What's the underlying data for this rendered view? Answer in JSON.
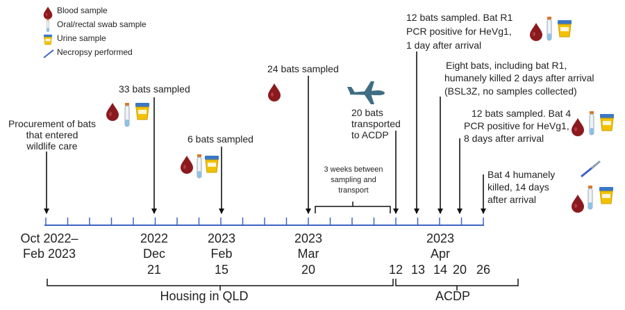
{
  "legend": [
    {
      "icon": "blood-drop-icon",
      "label": "Blood sample"
    },
    {
      "icon": "swab-tube-icon",
      "label": "Oral/rectal swab sample"
    },
    {
      "icon": "urine-cup-icon",
      "label": "Urine sample"
    },
    {
      "icon": "scalpel-icon",
      "label": "Necropsy performed"
    }
  ],
  "events": {
    "procurement": [
      "Procurement of bats",
      "that entered",
      "wildlife care"
    ],
    "dec21": [
      "33 bats sampled"
    ],
    "feb15": [
      "6 bats sampled"
    ],
    "mar20": [
      "24 bats sampled"
    ],
    "transport": [
      "20 bats",
      "transported",
      "to ACDP"
    ],
    "gap": [
      "3 weeks between",
      "sampling and",
      "transport"
    ],
    "apr13": [
      "12 bats sampled. Bat R1",
      "PCR positive for HeVg1,",
      "1 day after arrival"
    ],
    "apr14": [
      "Eight bats, including bat R1,",
      "humanely killed 2 days after arrival",
      "(BSL3Z, no samples collected)"
    ],
    "apr20": [
      "12 bats sampled. Bat 4",
      "PCR positive for HeVg1,",
      "8 days after arrival"
    ],
    "apr26": [
      "Bat 4 humanely",
      "killed, 14 days",
      "after arrival"
    ]
  },
  "axis": {
    "d1": [
      "Oct 2022–",
      "Feb 2023"
    ],
    "d2": [
      "2022",
      "Dec",
      "21"
    ],
    "d3": [
      "2023",
      "Feb",
      "15"
    ],
    "d4": [
      "2023",
      "Mar",
      "20"
    ],
    "d5": [
      "12"
    ],
    "d6": [
      "2023",
      "Apr"
    ],
    "apr_days": [
      "13",
      "14",
      "20",
      "26"
    ]
  },
  "brackets": {
    "qld": "Housing in QLD",
    "acdp": "ACDP"
  },
  "colors": {
    "timeline": "#3a63c5",
    "blood": "#8b1a1f",
    "urine": "#f2c200",
    "swab_cap": "#d9782a",
    "plane": "#3f6d84",
    "text": "#222222"
  }
}
